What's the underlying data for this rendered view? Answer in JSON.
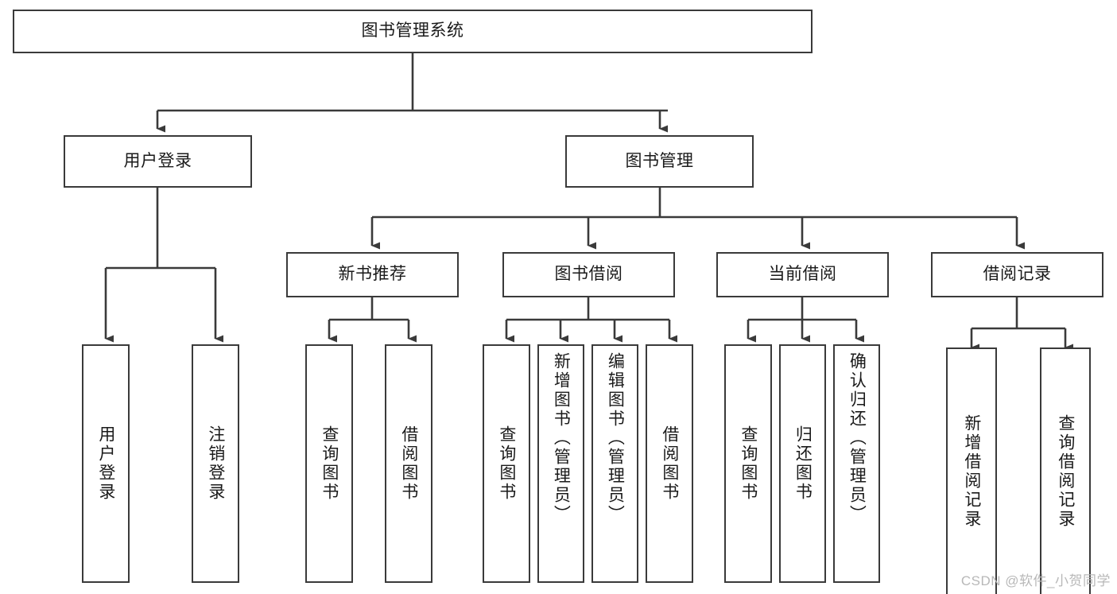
{
  "diagram": {
    "type": "tree-hierarchy-chart",
    "title": "图书管理系统",
    "root": {
      "id": "root",
      "label": "图书管理系统"
    },
    "level2": [
      {
        "id": "user-login",
        "label": "用户登录"
      },
      {
        "id": "book-manage",
        "label": "图书管理"
      }
    ],
    "level3": [
      {
        "id": "new-book-recommend",
        "label": "新书推荐",
        "parent": "book-manage"
      },
      {
        "id": "book-borrow",
        "label": "图书借阅",
        "parent": "book-manage"
      },
      {
        "id": "current-borrow",
        "label": "当前借阅",
        "parent": "book-manage"
      },
      {
        "id": "borrow-record",
        "label": "借阅记录",
        "parent": "book-manage"
      }
    ],
    "leaves": [
      {
        "id": "leaf-user-login",
        "label": "用户登录",
        "parent": "user-login"
      },
      {
        "id": "leaf-logout",
        "label": "注销登录",
        "parent": "user-login"
      },
      {
        "id": "leaf-query-book-1",
        "label": "查询图书",
        "parent": "new-book-recommend"
      },
      {
        "id": "leaf-borrow-book-1",
        "label": "借阅图书",
        "parent": "new-book-recommend"
      },
      {
        "id": "leaf-query-book-2",
        "label": "查询图书",
        "parent": "book-borrow"
      },
      {
        "id": "leaf-add-book",
        "label": "新增图书（管理员）",
        "parent": "book-borrow"
      },
      {
        "id": "leaf-edit-book",
        "label": "编辑图书（管理员）",
        "parent": "book-borrow"
      },
      {
        "id": "leaf-borrow-book-2",
        "label": "借阅图书",
        "parent": "book-borrow"
      },
      {
        "id": "leaf-query-book-3",
        "label": "查询图书",
        "parent": "current-borrow"
      },
      {
        "id": "leaf-return-book",
        "label": "归还图书",
        "parent": "current-borrow"
      },
      {
        "id": "leaf-confirm-return",
        "label": "确认归还（管理员）",
        "parent": "current-borrow"
      },
      {
        "id": "leaf-add-record",
        "label": "新增借阅记录",
        "parent": "borrow-record"
      },
      {
        "id": "leaf-query-record",
        "label": "查询借阅记录",
        "parent": "borrow-record"
      }
    ],
    "colors": {
      "border": "#3a3a3a",
      "background": "#ffffff",
      "text": "#1a1a1a",
      "watermark": "#b8b8b8"
    }
  },
  "watermark": {
    "text": "CSDN @软件_小贺同学"
  }
}
